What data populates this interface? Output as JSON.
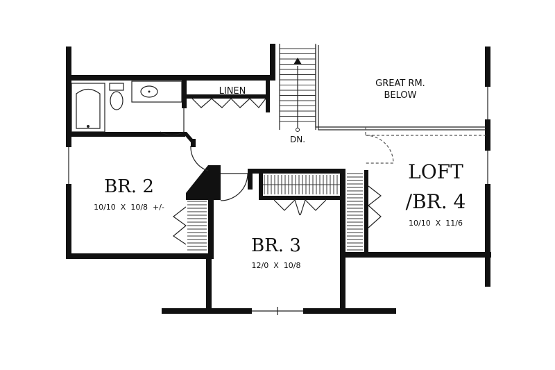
{
  "rooms": {
    "br2": {
      "name": "BR. 2",
      "dims": "10/10  X  10/8  +/-"
    },
    "br3": {
      "name": "BR. 3",
      "dims": "12/0  X  10/8"
    },
    "loft": {
      "name_line1": "LOFT",
      "name_line2": "/BR. 4",
      "dims": "10/10  X  11/6"
    }
  },
  "labels": {
    "linen": "LINEN",
    "great_rm_line1": "GREAT RM.",
    "great_rm_line2": "BELOW",
    "stairs": "DN."
  }
}
